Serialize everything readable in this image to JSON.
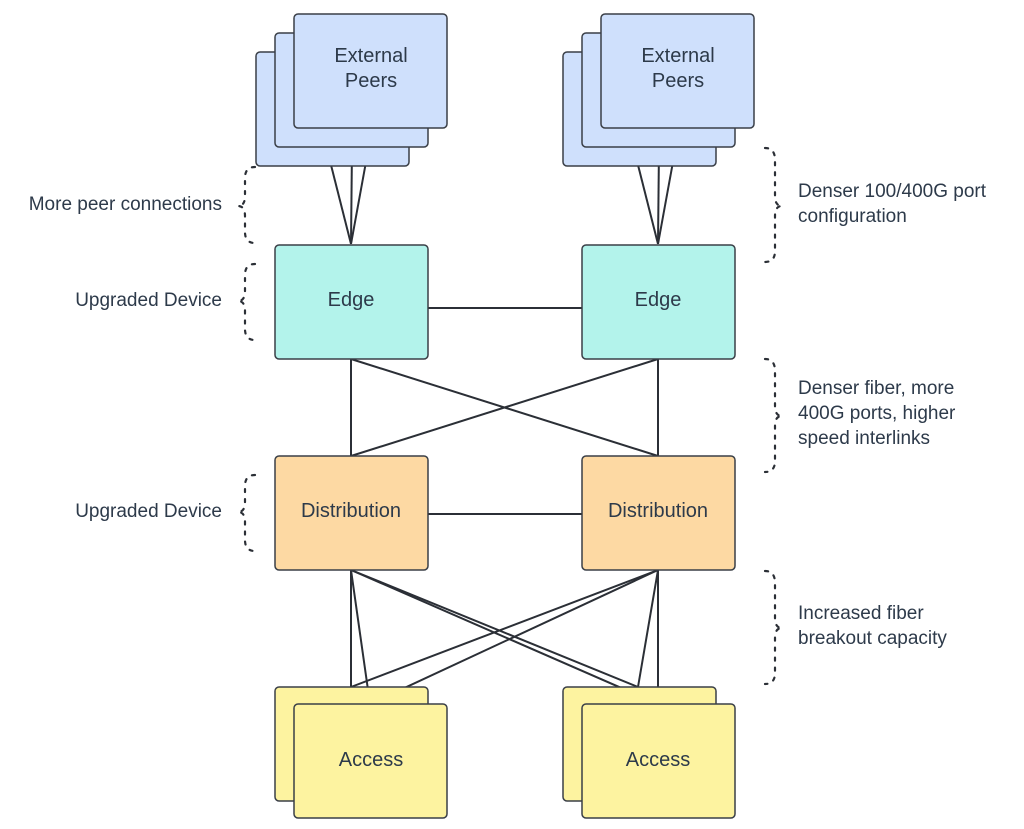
{
  "nodes": {
    "external_peers_left": "External\nPeers",
    "external_peers_right": "External\nPeers",
    "edge_left": "Edge",
    "edge_right": "Edge",
    "distribution_left": "Distribution",
    "distribution_right": "Distribution",
    "access_left": "Access",
    "access_right": "Access"
  },
  "annotations": {
    "left": {
      "peer_connections": "More peer connections",
      "edge_upgrade": "Upgraded Device",
      "distribution_upgrade": "Upgraded Device"
    },
    "right": {
      "port_config": "Denser 100/400G port\nconfiguration",
      "fiber_interlinks": "Denser fiber, more\n400G ports, higher\nspeed interlinks",
      "breakout": "Increased fiber\nbreakout capacity"
    }
  },
  "colors": {
    "external_peers": "#cfe0fc",
    "edge": "#b3f3eb",
    "distribution": "#fdd9a3",
    "access": "#fdf3a0",
    "lines": "#2b2f36",
    "text": "#2d3a4a"
  }
}
